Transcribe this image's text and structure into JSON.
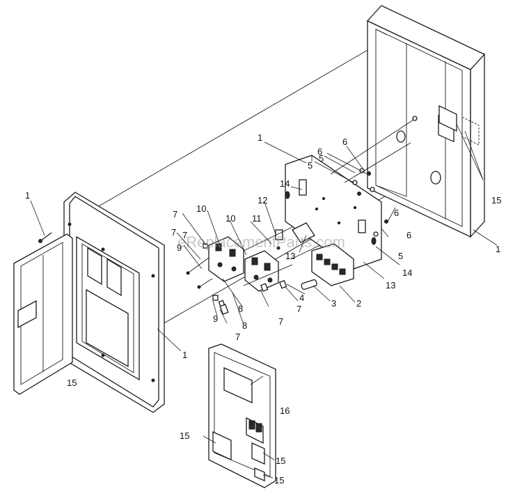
{
  "watermark": "eReplacementParts.com",
  "callouts": [
    {
      "id": "c-1-left",
      "text": "1"
    },
    {
      "id": "c-1-door",
      "text": "1"
    },
    {
      "id": "c-1-plate",
      "text": "1"
    },
    {
      "id": "c-1-box",
      "text": "1"
    },
    {
      "id": "c-2",
      "text": "2"
    },
    {
      "id": "c-3",
      "text": "3"
    },
    {
      "id": "c-4",
      "text": "4"
    },
    {
      "id": "c-5a",
      "text": "5"
    },
    {
      "id": "c-5b",
      "text": "5"
    },
    {
      "id": "c-5c",
      "text": "5"
    },
    {
      "id": "c-6a",
      "text": "6"
    },
    {
      "id": "c-6b",
      "text": "6"
    },
    {
      "id": "c-6c",
      "text": "6"
    },
    {
      "id": "c-6d",
      "text": "6"
    },
    {
      "id": "c-7a",
      "text": "7"
    },
    {
      "id": "c-7b",
      "text": "7"
    },
    {
      "id": "c-7c",
      "text": "7"
    },
    {
      "id": "c-7d",
      "text": "7"
    },
    {
      "id": "c-7e",
      "text": "7"
    },
    {
      "id": "c-7f",
      "text": "7"
    },
    {
      "id": "c-8a",
      "text": "8"
    },
    {
      "id": "c-8b",
      "text": "8"
    },
    {
      "id": "c-9a",
      "text": "9"
    },
    {
      "id": "c-9b",
      "text": "9"
    },
    {
      "id": "c-10a",
      "text": "10"
    },
    {
      "id": "c-10b",
      "text": "10"
    },
    {
      "id": "c-11",
      "text": "11"
    },
    {
      "id": "c-12",
      "text": "12"
    },
    {
      "id": "c-13a",
      "text": "13"
    },
    {
      "id": "c-13b",
      "text": "13"
    },
    {
      "id": "c-14a",
      "text": "14"
    },
    {
      "id": "c-14b",
      "text": "14"
    },
    {
      "id": "c-15-box",
      "text": "15"
    },
    {
      "id": "c-15-door",
      "text": "15"
    },
    {
      "id": "c-15-cover-a",
      "text": "15"
    },
    {
      "id": "c-15-cover-b",
      "text": "15"
    },
    {
      "id": "c-15-cover-c",
      "text": "15"
    },
    {
      "id": "c-16",
      "text": "16"
    }
  ]
}
